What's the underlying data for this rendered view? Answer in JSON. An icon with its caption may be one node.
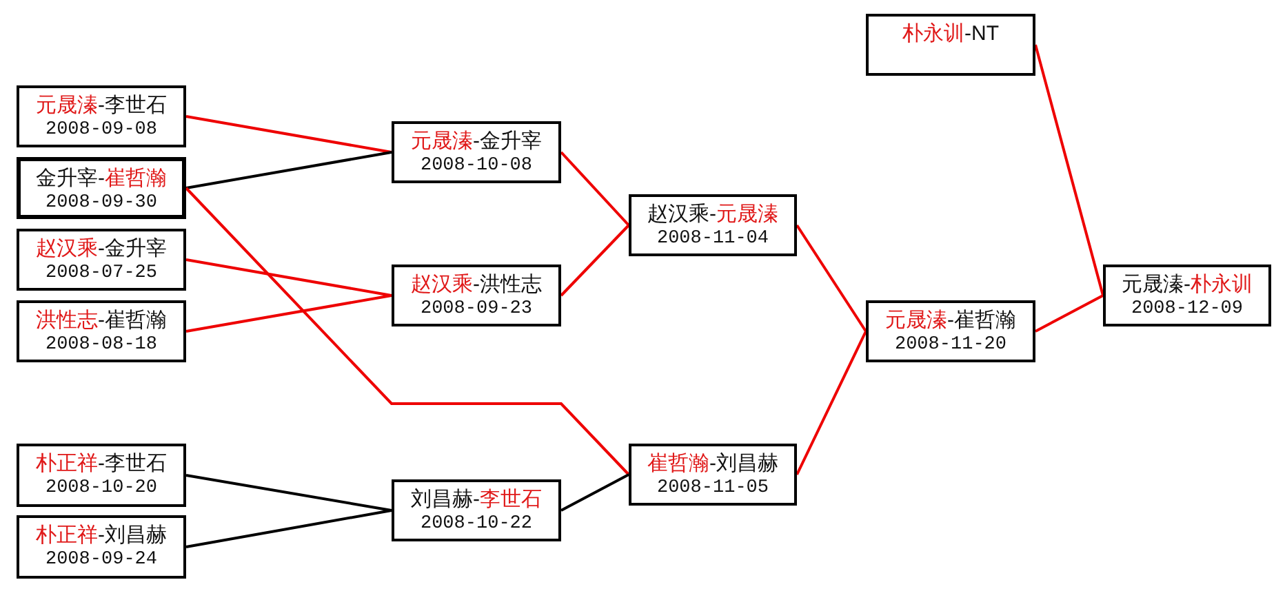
{
  "diagram": {
    "nodes": [
      {
        "text": [
          "元晟溱-李世石",
          "2008-09-08"
        ]
      },
      {
        "text": [
          "金升宰-崔哲瀚",
          "2008-09-30"
        ]
      },
      {
        "text": [
          "赵汉乘-金升宰",
          "2008-07-25"
        ]
      },
      {
        "text": [
          "洪性志-崔哲瀚",
          "2008-08-18"
        ]
      },
      {
        "text": [
          "朴正祥-李世石",
          "2008-10-20"
        ]
      },
      {
        "text": [
          "朴正祥-刘昌赫",
          "2008-09-24"
        ]
      },
      {
        "text": [
          "元晟溱-金升宰",
          "2008-10-08"
        ]
      },
      {
        "text": [
          "赵汉乘-洪性志",
          "2008-09-23"
        ]
      },
      {
        "text": [
          "刘昌赫-李世石",
          "2008-10-22"
        ]
      },
      {
        "text": [
          "赵汉乘-元晟溱",
          "2008-11-04"
        ]
      },
      {
        "text": [
          "崔哲瀚-刘昌赫",
          "2008-11-05"
        ]
      },
      {
        "text": [
          "元晟溱-崔哲瀚",
          "2008-11-20"
        ]
      },
      {
        "text": [
          "朴永训-NT"
        ]
      },
      {
        "text": [
          "元晟溱-朴永训",
          "2008-12-09"
        ]
      }
    ],
    "edges": [
      {
        "from": 0,
        "to": 6,
        "arrow": "none"
      },
      {
        "from": 1,
        "to": 6,
        "arrow": "none",
        "color": "#000000"
      },
      {
        "from": 1,
        "to": 10,
        "arrow": "none"
      },
      {
        "from": 2,
        "to": 7,
        "arrow": "none"
      },
      {
        "from": 3,
        "to": 7,
        "arrow": "none"
      },
      {
        "from": 4,
        "to": 8,
        "arrow": "none",
        "color": "#000000"
      },
      {
        "from": 5,
        "to": 8,
        "arrow": "none",
        "color": "#000000"
      },
      {
        "from": 6,
        "to": 9,
        "arrow": "none"
      },
      {
        "from": 7,
        "to": 9,
        "arrow": "none"
      },
      {
        "from": 8,
        "to": 10,
        "arrow": "none",
        "color": "#000000"
      },
      {
        "from": 9,
        "to": 11,
        "arrow": "none"
      },
      {
        "from": 10,
        "to": 11,
        "arrow": "none"
      },
      {
        "from": 11,
        "to": 13,
        "arrow": "none"
      },
      {
        "from": 12,
        "to": 13,
        "arrow": "none"
      }
    ]
  }
}
